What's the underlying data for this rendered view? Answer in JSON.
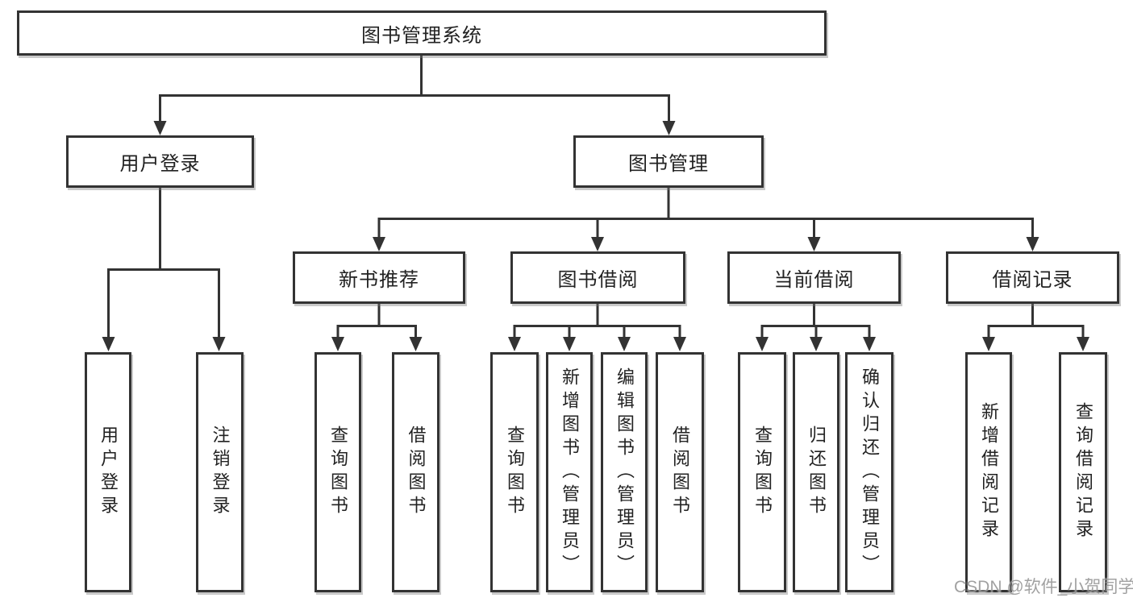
{
  "diagram": {
    "root": {
      "label": "图书管理系统"
    },
    "user_login_branch": {
      "label": "用户登录",
      "children": [
        {
          "label": "用户登录"
        },
        {
          "label": "注销登录"
        }
      ]
    },
    "book_mgmt_branch": {
      "label": "图书管理",
      "children": [
        {
          "label": "新书推荐",
          "children": [
            {
              "label": "查询图书"
            },
            {
              "label": "借阅图书"
            }
          ]
        },
        {
          "label": "图书借阅",
          "children": [
            {
              "label": "查询图书"
            },
            {
              "label": "新增图书（管理员）"
            },
            {
              "label": "编辑图书（管理员）"
            },
            {
              "label": "借阅图书"
            }
          ]
        },
        {
          "label": "当前借阅",
          "children": [
            {
              "label": "查询图书"
            },
            {
              "label": "归还图书"
            },
            {
              "label": "确认归还（管理员）"
            }
          ]
        },
        {
          "label": "借阅记录",
          "children": [
            {
              "label": "新增借阅记录"
            },
            {
              "label": "查询借阅记录"
            }
          ]
        }
      ]
    }
  },
  "watermark": {
    "text": "CSDN @软件_小贺同学"
  },
  "colors": {
    "line": "#333333",
    "box_border": "#333333",
    "text": "#222222",
    "watermark": "#8c8c8c",
    "background": "#ffffff"
  }
}
